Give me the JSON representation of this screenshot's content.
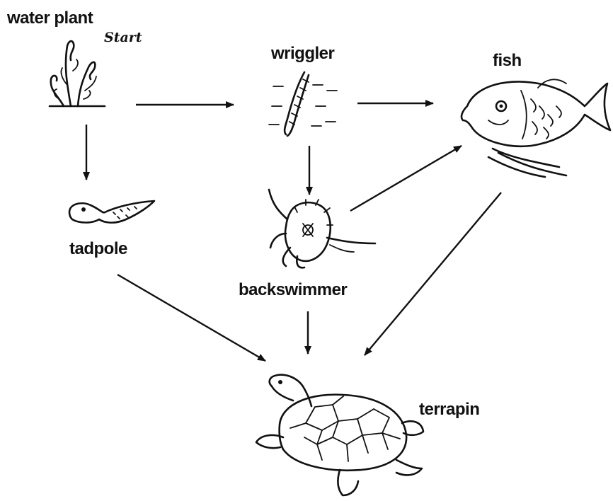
{
  "diagram": {
    "type": "food-web",
    "organisms": {
      "water_plant": {
        "label": "water plant",
        "note": "Start"
      },
      "wriggler": {
        "label": "wriggler"
      },
      "fish": {
        "label": "fish"
      },
      "tadpole": {
        "label": "tadpole"
      },
      "backswimmer": {
        "label": "backswimmer"
      },
      "terrapin": {
        "label": "terrapin"
      }
    },
    "edges": [
      {
        "from": "water plant",
        "to": "wriggler"
      },
      {
        "from": "water plant",
        "to": "tadpole"
      },
      {
        "from": "wriggler",
        "to": "fish"
      },
      {
        "from": "wriggler",
        "to": "backswimmer"
      },
      {
        "from": "backswimmer",
        "to": "fish"
      },
      {
        "from": "tadpole",
        "to": "terrapin"
      },
      {
        "from": "backswimmer",
        "to": "terrapin"
      },
      {
        "from": "fish",
        "to": "terrapin"
      }
    ]
  },
  "colors": {
    "ink": "#111111",
    "background": "#ffffff"
  }
}
